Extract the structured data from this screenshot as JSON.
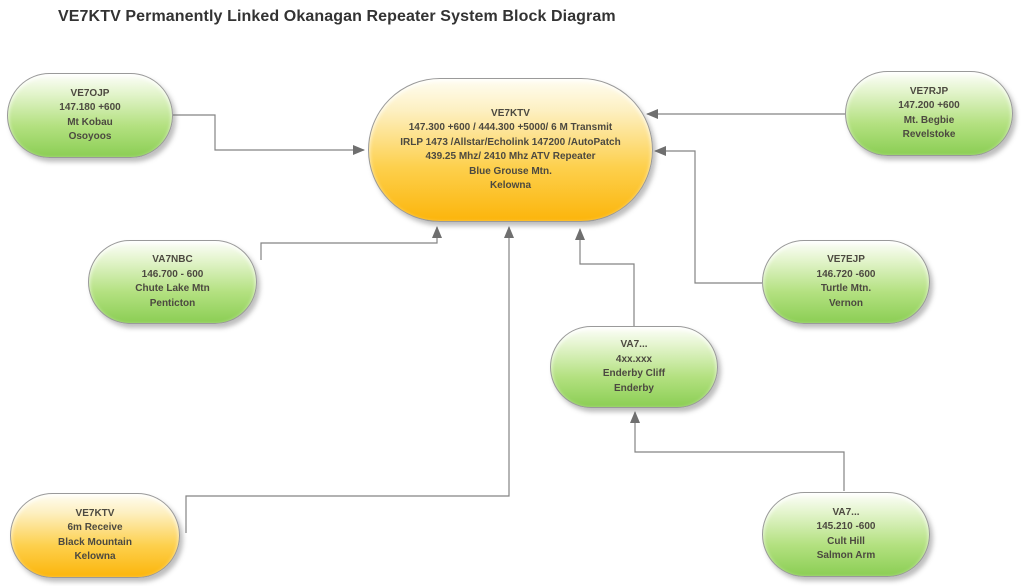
{
  "title": "VE7KTV Permanently Linked Okanagan Repeater System Block Diagram",
  "colors": {
    "green_top": "#fdfefa",
    "green_bottom": "#8bce54",
    "orange_top": "#fffdf2",
    "orange_bottom": "#fcb50b",
    "line": "#848484",
    "arrow": "#6f6f6f",
    "text": "#4c4940"
  },
  "nodes": [
    {
      "id": "ve7ojp",
      "type": "green",
      "lines": [
        "VE7OJP",
        "147.180 +600",
        "Mt Kobau",
        "Osoyoos"
      ]
    },
    {
      "id": "ve7ktv-main",
      "type": "orange",
      "lines": [
        "VE7KTV",
        "147.300 +600 / 444.300 +5000/ 6 M Transmit",
        "IRLP 1473 /Allstar/Echolink 147200 /AutoPatch",
        "439.25 Mhz/ 2410 Mhz ATV Repeater",
        "Blue Grouse Mtn.",
        "Kelowna"
      ]
    },
    {
      "id": "ve7rjp",
      "type": "green",
      "lines": [
        "VE7RJP",
        "147.200 +600",
        "Mt. Begbie",
        "Revelstoke"
      ]
    },
    {
      "id": "va7nbc",
      "type": "green",
      "lines": [
        "VA7NBC",
        "146.700 - 600",
        "Chute Lake Mtn",
        "Penticton"
      ]
    },
    {
      "id": "ve7ejp",
      "type": "green",
      "lines": [
        "VE7EJP",
        "146.720 -600",
        "Turtle Mtn.",
        "Vernon"
      ]
    },
    {
      "id": "va7-enderby",
      "type": "green",
      "lines": [
        "VA7...",
        "4xx.xxx",
        "Enderby Cliff",
        "Enderby"
      ]
    },
    {
      "id": "ve7ktv-6m",
      "type": "orange",
      "lines": [
        "VE7KTV",
        "6m Receive",
        "Black Mountain",
        "Kelowna"
      ]
    },
    {
      "id": "va7-cult-hill",
      "type": "green",
      "lines": [
        "VA7...",
        "145.210 -600",
        "Cult Hill",
        "Salmon Arm"
      ]
    }
  ],
  "connections": [
    {
      "from": "ve7ojp",
      "to": "ve7ktv-main"
    },
    {
      "from": "ve7rjp",
      "to": "ve7ktv-main"
    },
    {
      "from": "ve7ejp",
      "to": "ve7ktv-main"
    },
    {
      "from": "va7nbc",
      "to": "ve7ktv-main"
    },
    {
      "from": "ve7ktv-6m",
      "to": "ve7ktv-main"
    },
    {
      "from": "va7-enderby",
      "to": "ve7ktv-main"
    },
    {
      "from": "va7-cult-hill",
      "to": "va7-enderby"
    }
  ]
}
